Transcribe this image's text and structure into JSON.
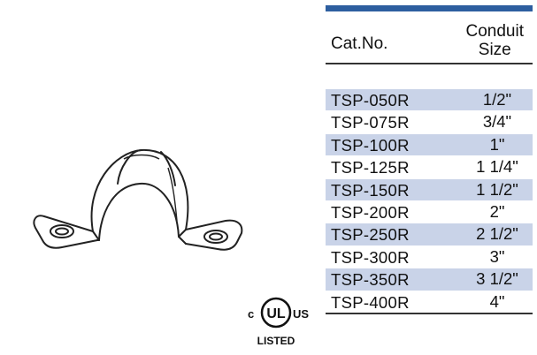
{
  "table": {
    "header_cat": "Cat.No.",
    "header_size_line1": "Conduit",
    "header_size_line2": "Size",
    "rows": [
      {
        "cat": "TSP-050R",
        "size": "1/2\""
      },
      {
        "cat": "TSP-075R",
        "size": "3/4\""
      },
      {
        "cat": "TSP-100R",
        "size": "1\""
      },
      {
        "cat": "TSP-125R",
        "size": "1 1/4\""
      },
      {
        "cat": "TSP-150R",
        "size": "1 1/2\""
      },
      {
        "cat": "TSP-200R",
        "size": "2\""
      },
      {
        "cat": "TSP-250R",
        "size": "2 1/2\""
      },
      {
        "cat": "TSP-300R",
        "size": "3\""
      },
      {
        "cat": "TSP-350R",
        "size": "3 1/2\""
      },
      {
        "cat": "TSP-400R",
        "size": "4\""
      }
    ]
  },
  "logo": {
    "left": "c",
    "center": "UL",
    "right": "US",
    "bottom": "LISTED"
  },
  "colors": {
    "header_bar": "#2d5e9f",
    "row_shade": "#c9d3e8"
  }
}
